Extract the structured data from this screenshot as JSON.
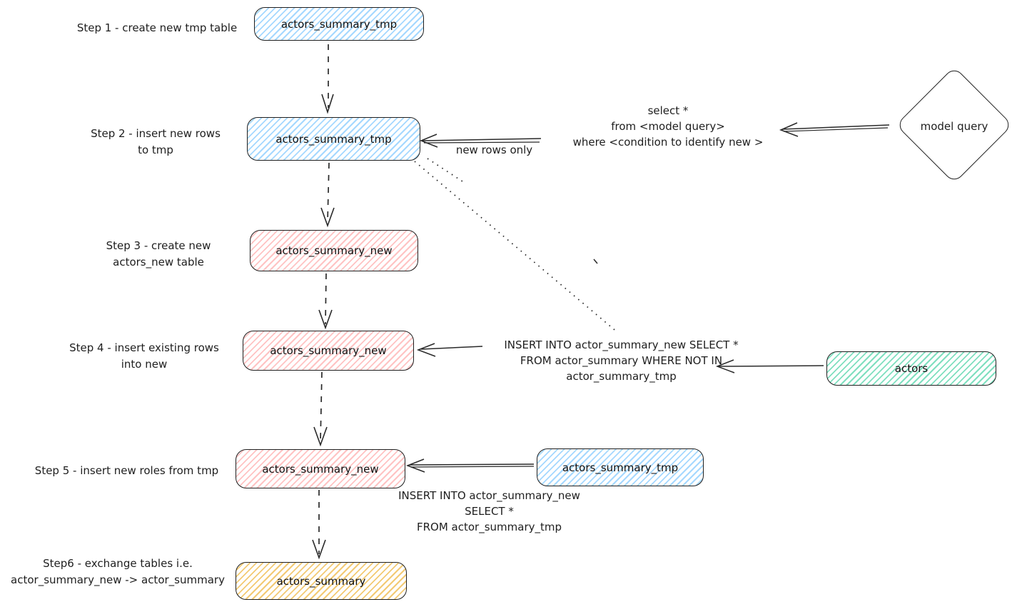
{
  "colors": {
    "stroke": "#1e1e1e",
    "blue_hatch": "#a5d8ff",
    "pink_hatch": "#ffc9c9",
    "green_hatch": "#7fdfbf",
    "yellow_hatch": "#f3ca74",
    "background": "#ffffff"
  },
  "steps": {
    "step1": {
      "label": "Step 1 - create new tmp table",
      "node": "actors_summary_tmp"
    },
    "step2": {
      "label": "Step 2 - insert new rows\nto tmp",
      "node": "actors_summary_tmp",
      "arrow_label": "new rows only",
      "query": "select *\nfrom <model query>\nwhere <condition to identify new >",
      "source": "model query"
    },
    "step3": {
      "label": "Step 3 - create new\nactors_new table",
      "node": "actors_summary_new"
    },
    "step4": {
      "label": "Step 4 - insert existing rows\ninto new",
      "node": "actors_summary_new",
      "query": "INSERT INTO actor_summary_new SELECT *\nFROM actor_summary WHERE NOT IN\nactor_summary_tmp",
      "source": "actors"
    },
    "step5": {
      "label": "Step 5 - insert new roles from tmp",
      "node": "actors_summary_new",
      "source": "actors_summary_tmp",
      "query": "INSERT INTO actor_summary_new\nSELECT *\nFROM actor_summary_tmp"
    },
    "step6": {
      "label": "Step6 - exchange tables i.e.\nactor_summary_new -> actor_summary",
      "node": "actors_summary"
    }
  }
}
